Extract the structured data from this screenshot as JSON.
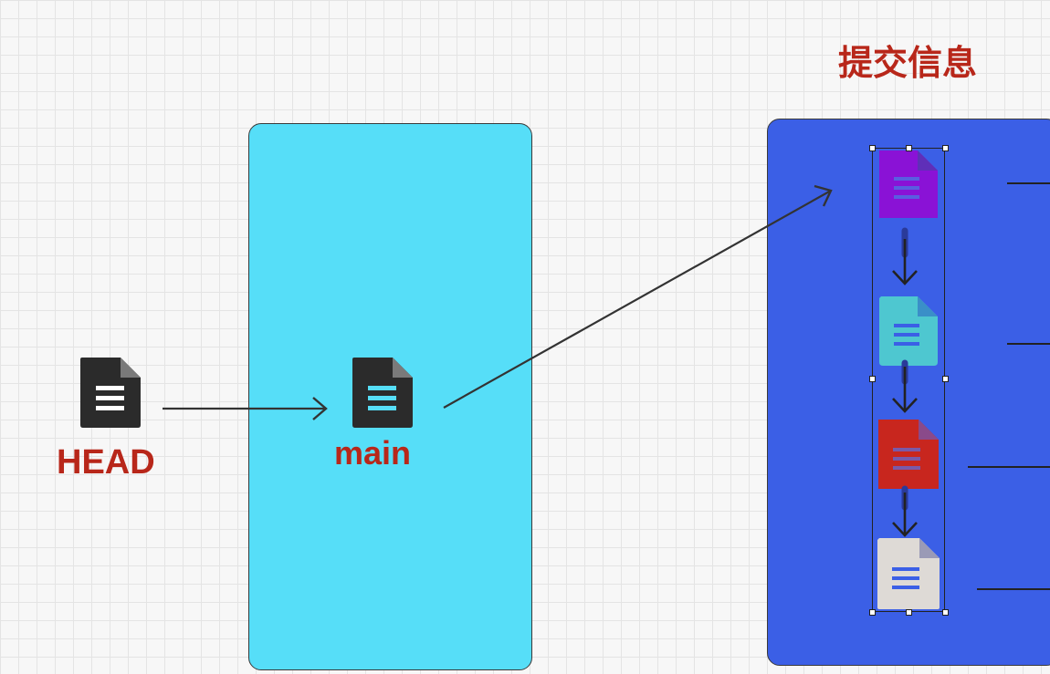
{
  "diagram": {
    "title": "提交信息",
    "head_label": "HEAD",
    "branch_label": "main",
    "colors": {
      "head_icon": "#2b2b2b",
      "branch_panel": "#56def8",
      "commits_panel": "#3b5fe6",
      "label_text": "#b8271a",
      "commit_1": "#8a12d6",
      "commit_2": "#4ec7d0",
      "commit_3": "#c8261e",
      "commit_4": "#dedad6"
    },
    "icons": [
      "document-icon",
      "document-icon",
      "document-icon",
      "document-icon",
      "document-icon",
      "document-icon"
    ]
  }
}
